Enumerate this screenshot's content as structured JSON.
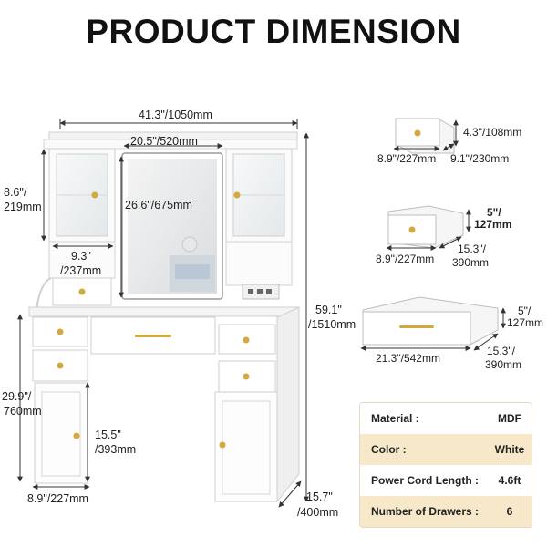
{
  "title": "PRODUCT DIMENSION",
  "dims": {
    "overall_width": "41.3\"/1050mm",
    "mirror_width": "20.5\"/520mm",
    "mirror_height": "26.6\"/675mm",
    "cabinet_height_in": "8.6\"/",
    "cabinet_height_mm": "219mm",
    "cabinet_width_in": "9.3\"",
    "cabinet_width_mm": "/237mm",
    "total_height_in": "59.1\"",
    "total_height_mm": "/1510mm",
    "desk_height_in": "29.9\"/",
    "desk_height_mm": "760mm",
    "leg_depth_in": "15.5\"",
    "leg_depth_mm": "/393mm",
    "base_width": "8.9\"/227mm",
    "depth_in": "15.7\"",
    "depth_mm": "/400mm"
  },
  "drawers": {
    "small": {
      "height": "4.3\"/108mm",
      "width": "8.9\"/227mm",
      "depth": "9.1\"/230mm"
    },
    "medium": {
      "height_in": "5\"/",
      "height_mm": "127mm",
      "width": "8.9\"/227mm",
      "depth_in": "15.3\"/",
      "depth_mm": "390mm"
    },
    "large": {
      "height_in": "5\"/",
      "height_mm": "127mm",
      "width": "21.3\"/542mm",
      "depth_in": "15.3\"/",
      "depth_mm": "390mm"
    }
  },
  "specs": [
    {
      "key": "Material :",
      "value": "MDF"
    },
    {
      "key": "Color :",
      "value": "White"
    },
    {
      "key": "Power Cord Length :",
      "value": "4.6ft"
    },
    {
      "key": "Number of Drawers :",
      "value": "6"
    }
  ],
  "colors": {
    "gold": "#d4a93c",
    "spec_highlight": "#f6e8c9",
    "dim_line": "#333333"
  }
}
